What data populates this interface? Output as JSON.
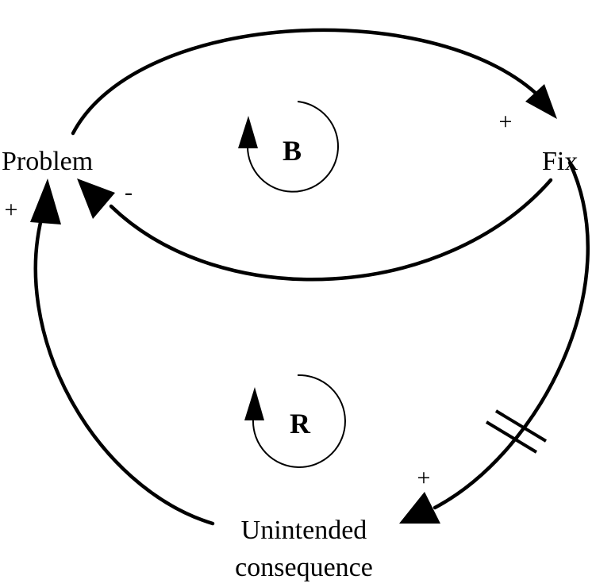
{
  "diagram": {
    "nodes": {
      "problem": "Problem",
      "fix": "Fix",
      "unintended_line1": "Unintended",
      "unintended_line2": "consequence"
    },
    "polarities": {
      "problem_to_fix": "+",
      "fix_to_problem": "-",
      "fix_to_unintended": "+",
      "unintended_to_problem": "+"
    },
    "loops": {
      "balancing": "B",
      "reinforcing": "R"
    },
    "colors": {
      "stroke": "#000000",
      "background": "#ffffff"
    }
  }
}
